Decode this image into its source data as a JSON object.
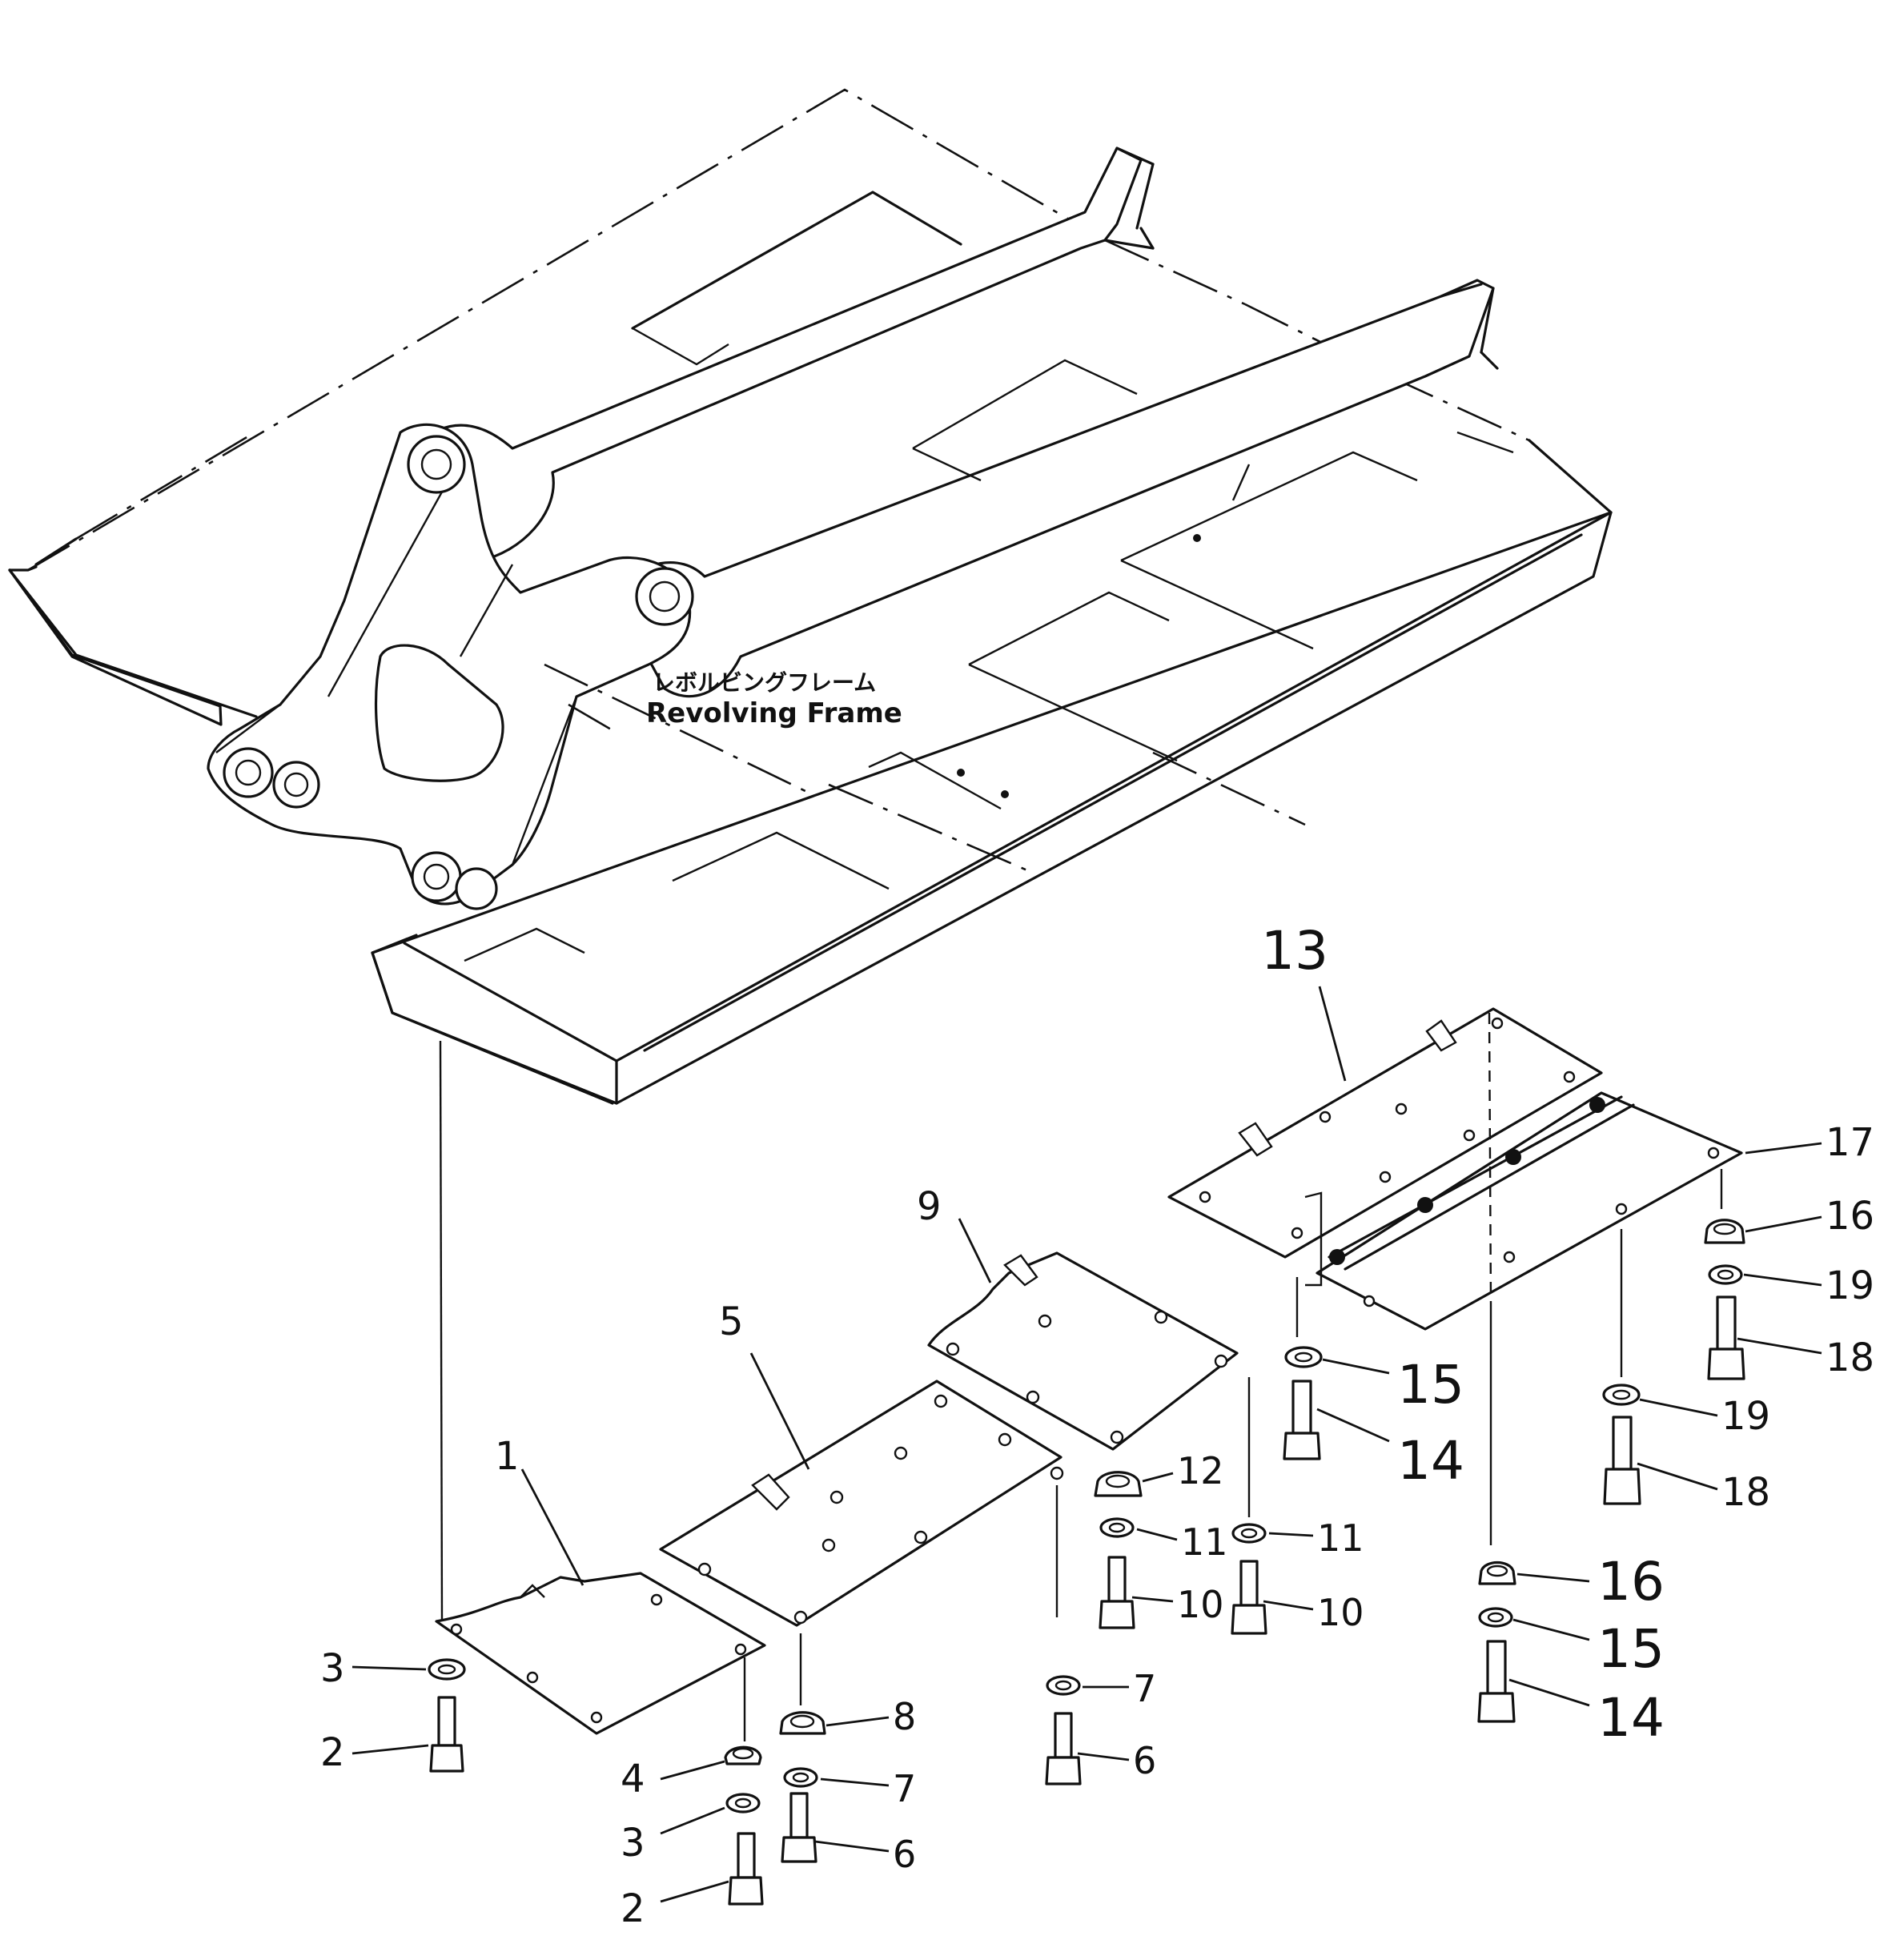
{
  "frame_label": {
    "japanese": "レボルビングフレーム",
    "english": "Revolving Frame"
  },
  "callouts": [
    {
      "id": "c13",
      "text": "13"
    },
    {
      "id": "c17",
      "text": "17"
    },
    {
      "id": "c16a",
      "text": "16"
    },
    {
      "id": "c19a",
      "text": "19"
    },
    {
      "id": "c18a",
      "text": "18"
    },
    {
      "id": "c19b",
      "text": "19"
    },
    {
      "id": "c18b",
      "text": "18"
    },
    {
      "id": "c15a",
      "text": "15"
    },
    {
      "id": "c14a",
      "text": "14"
    },
    {
      "id": "c16b",
      "text": "16"
    },
    {
      "id": "c15b",
      "text": "15"
    },
    {
      "id": "c14b",
      "text": "14"
    },
    {
      "id": "c9",
      "text": "9"
    },
    {
      "id": "c12",
      "text": "12"
    },
    {
      "id": "c11a",
      "text": "11"
    },
    {
      "id": "c11b",
      "text": "11"
    },
    {
      "id": "c10a",
      "text": "10"
    },
    {
      "id": "c10b",
      "text": "10"
    },
    {
      "id": "c5",
      "text": "5"
    },
    {
      "id": "c1",
      "text": "1"
    },
    {
      "id": "c7a",
      "text": "7"
    },
    {
      "id": "c6a",
      "text": "6"
    },
    {
      "id": "c8",
      "text": "8"
    },
    {
      "id": "c7b",
      "text": "7"
    },
    {
      "id": "c6b",
      "text": "6"
    },
    {
      "id": "c3a",
      "text": "3"
    },
    {
      "id": "c2a",
      "text": "2"
    },
    {
      "id": "c4",
      "text": "4"
    },
    {
      "id": "c3b",
      "text": "3"
    },
    {
      "id": "c2b",
      "text": "2"
    }
  ]
}
